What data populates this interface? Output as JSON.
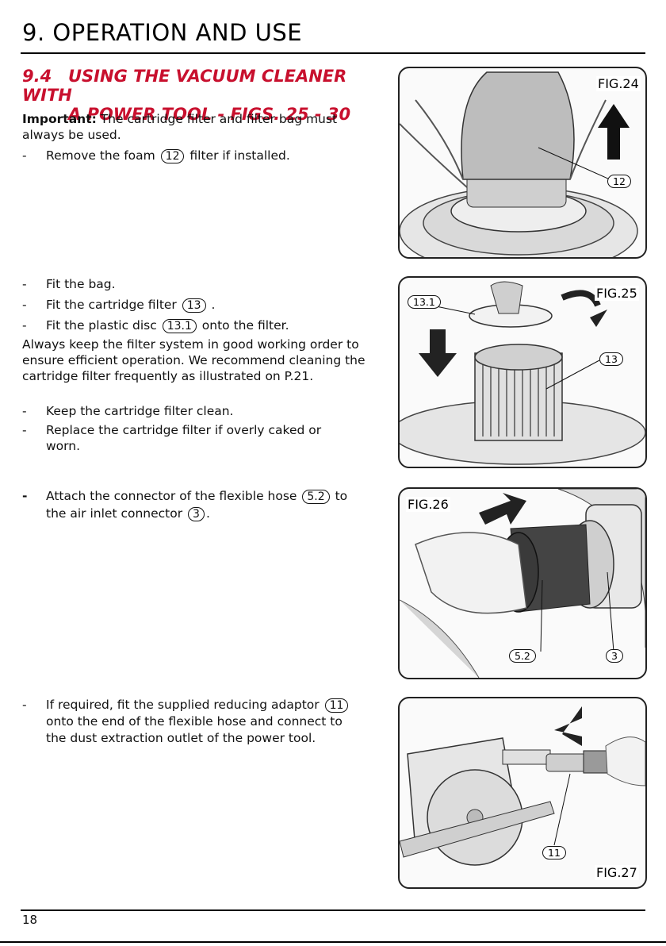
{
  "header": {
    "title": "9.   OPERATION AND USE"
  },
  "section": {
    "number": "9.4",
    "title_line1": "USING THE VACUUM CLEANER WITH",
    "title_line2": "A POWER TOOL - FIGS. 25 - 30"
  },
  "important": {
    "label": "Important:",
    "text": " The cartridge filter and filter bag must always be used."
  },
  "step1": {
    "a": "Remove the foam ",
    "ref": "12",
    "b": " filter if installed."
  },
  "steps2": [
    {
      "a": "Fit the bag."
    },
    {
      "a": "Fit the cartridge filter ",
      "ref": "13",
      "b": " ."
    },
    {
      "a": "Fit the plastic disc ",
      "ref": "13.1",
      "b": " onto the filter."
    }
  ],
  "filter_note": "Always keep the filter system in good working order to ensure efficient operation. We recommend cleaning the cartridge filter frequently as illustrated on P.21.",
  "steps3": [
    {
      "a": "Keep the cartridge filter clean."
    },
    {
      "a": "Replace the cartridge filter if overly caked or worn."
    }
  ],
  "step4": {
    "a": "Attach the connector of the flexible hose ",
    "ref1": "5.2",
    "b": " to the air inlet connector ",
    "ref2": "3",
    "c": "."
  },
  "step5": {
    "a": "If required, fit the supplied reducing adaptor ",
    "ref": "11",
    "b": " onto the end of the flexible hose and connect to the dust extraction outlet of the power tool."
  },
  "figures": {
    "fig24": {
      "label": "FIG.24",
      "callout": "12"
    },
    "fig25": {
      "label": "FIG.25",
      "callout1": "13.1",
      "callout2": "13"
    },
    "fig26": {
      "label": "FIG.26",
      "callout1": "5.2",
      "callout2": "3"
    },
    "fig27": {
      "label": "FIG.27",
      "callout": "11"
    }
  },
  "footer": {
    "page_number": "18"
  },
  "colors": {
    "section_title": "#c8102e",
    "text": "#111111"
  }
}
